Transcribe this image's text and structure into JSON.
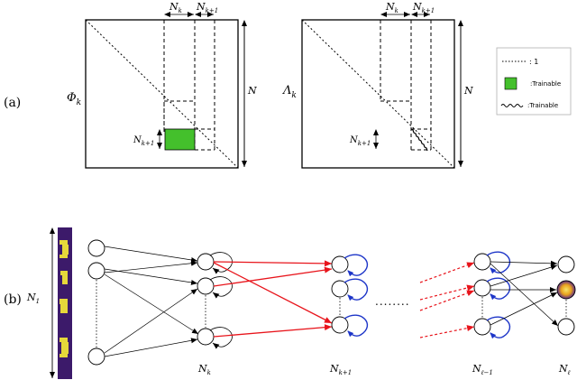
{
  "panel_labels": {
    "a": "(a)",
    "b": "(b)"
  },
  "matrix_phi": {
    "name": "Φ",
    "sub": "k",
    "dim_label": "N",
    "block_label_top_left": "N",
    "block_label_top_left_sub": "k",
    "block_label_top_right": "N",
    "block_label_top_right_sub": "k+1",
    "block_label_side": "N",
    "block_label_side_sub": "k+1"
  },
  "matrix_lambda": {
    "name": "Λ",
    "sub": "k",
    "dim_label": "N",
    "block_label_top_left": "N",
    "block_label_top_left_sub": "k",
    "block_label_top_right": "N",
    "block_label_top_right_sub": "k+1",
    "block_label_side": "N",
    "block_label_side_sub": "k+1"
  },
  "legend": {
    "dotted": ": 1",
    "green": ":Trainable",
    "wavy": ":Trainable"
  },
  "network": {
    "input_label": "N",
    "input_label_sub": "1",
    "layer_labels": [
      {
        "main": "N",
        "sub": "k"
      },
      {
        "main": "N",
        "sub": "k+1"
      },
      {
        "main": "N",
        "sub": "ℓ−1"
      },
      {
        "main": "N",
        "sub": "ℓ"
      }
    ],
    "ellipsis": "........"
  },
  "colors": {
    "trainable_green": "#44c02c",
    "forward_red": "#e8141b",
    "loop_blue": "#1d35c8",
    "input_purple": "#3c1a6a",
    "input_yellow": "#e6d83a",
    "output_glow": "#e9a21c"
  }
}
